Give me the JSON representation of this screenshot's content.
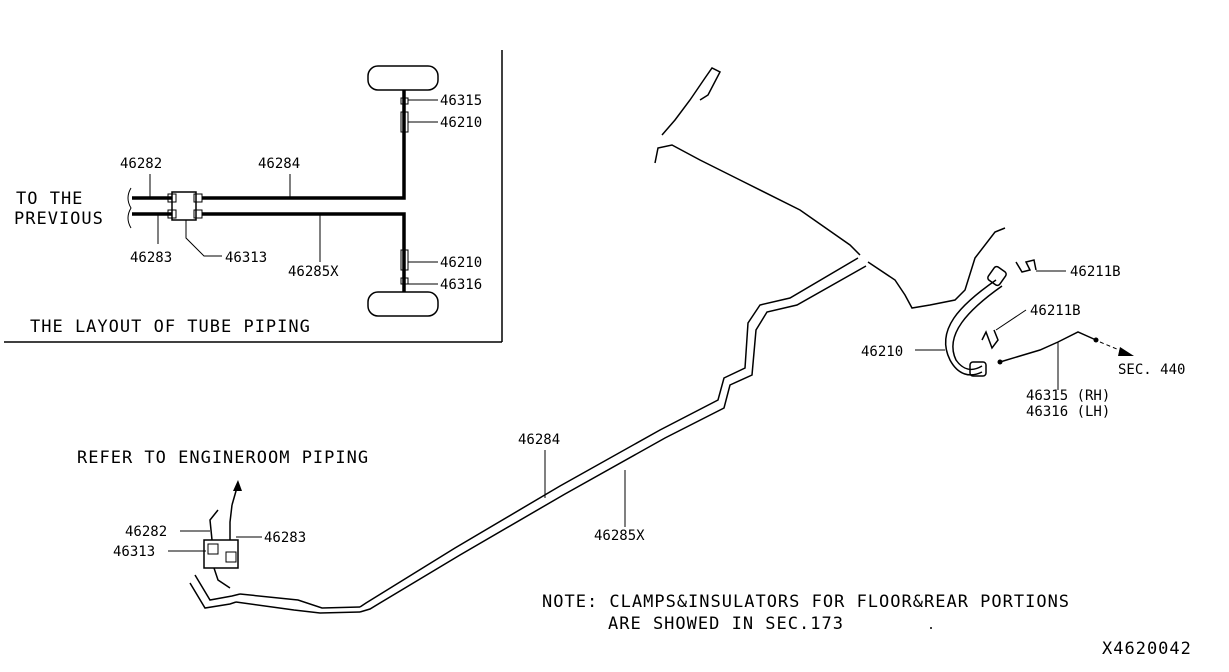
{
  "inset": {
    "title": "THE LAYOUT OF TUBE PIPING",
    "to_the": "TO THE",
    "previous": "PREVIOUS",
    "parts": {
      "p46282": "46282",
      "p46283": "46283",
      "p46284": "46284",
      "p46313": "46313",
      "p46285x": "46285X",
      "p46315": "46315",
      "p46210_top": "46210",
      "p46210_bottom": "46210",
      "p46316": "46316"
    }
  },
  "main": {
    "refer_note": "REFER TO ENGINEROOM PIPING",
    "p46282": "46282",
    "p46313": "46313",
    "p46283": "46283",
    "p46284": "46284",
    "p46285x": "46285X",
    "p46211b_top": "46211B",
    "p46211b_mid": "46211B",
    "p46210": "46210",
    "sec440": "SEC. 440",
    "p46315_rh": "46315 (RH)",
    "p46316_lh": "46316 (LH)",
    "note_line1": "NOTE: CLAMPS&INSULATORS FOR FLOOR&REAR PORTIONS",
    "note_line2": "ARE SHOWED IN SEC.173",
    "diagram_id": "X4620042"
  }
}
